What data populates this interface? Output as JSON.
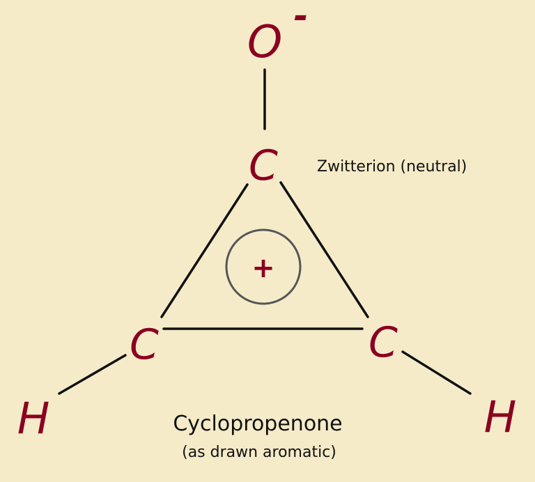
{
  "atoms": {
    "oxygen": "O",
    "oxygen_charge": "-",
    "carbon_top": "C",
    "carbon_left": "C",
    "carbon_right": "C",
    "hydrogen_left": "H",
    "hydrogen_right": "H",
    "ring_charge": "+"
  },
  "labels": {
    "zwitterion": "Zwitterion (neutral)",
    "title": "Cyclopropenone",
    "subtitle": "(as drawn aromatic)"
  },
  "colors": {
    "background": "#f5ebc9",
    "atom": "#8b0021",
    "bond": "#111111",
    "ring_circle": "#555555"
  }
}
